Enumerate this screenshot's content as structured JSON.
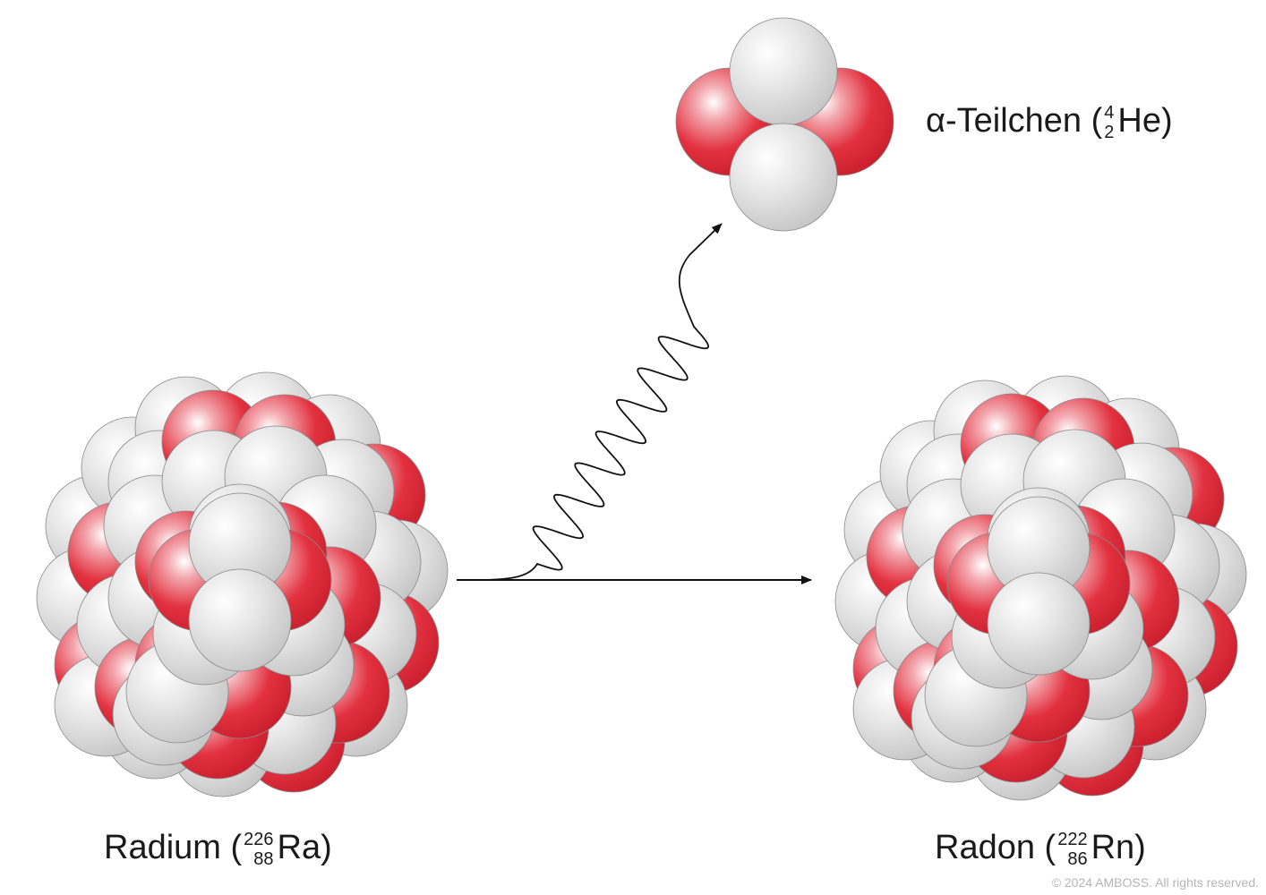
{
  "labels": {
    "radium": {
      "name": "Radium (",
      "mass": "226",
      "atomic": "88",
      "symbol": "Ra)"
    },
    "radon": {
      "name": "Radon (",
      "mass": "222",
      "atomic": "86",
      "symbol": "Rn)"
    },
    "alpha": {
      "name": "α-Teilchen (",
      "mass": "4",
      "atomic": "2",
      "symbol": "He)"
    }
  },
  "copyright": "© 2024 AMBOSS. All rights reserved.",
  "colors": {
    "proton": "#e0303f",
    "neutron": "#d9d9d9",
    "arrow": "#111111",
    "text": "#1a1a1a"
  }
}
